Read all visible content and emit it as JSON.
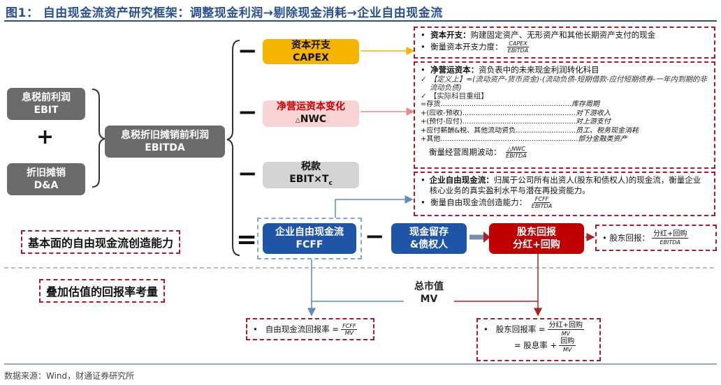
{
  "title": "图1： 自由现金流资产研究框架：调整现金利润→剔除现金消耗→企业自由现金流",
  "left": {
    "ebit_cn": "息税前利润",
    "ebit_en": "EBIT",
    "plus": "+",
    "da_cn": "折旧摊销",
    "da_en": "D&A",
    "ebitda_cn": "息税折旧摊销前利润",
    "ebitda_en": "EBITDA"
  },
  "ops": {
    "minus": "−",
    "equals": "="
  },
  "capex": {
    "cn": "资本开支",
    "en": "CAPEX"
  },
  "nwc": {
    "cn": "净营运资本变化",
    "en": "NWC",
    "delta": "△"
  },
  "tax": {
    "cn": "税款",
    "en": "EBIT×T",
    "sub": "c"
  },
  "fcff": {
    "cn": "企业自由现金流",
    "en": "FCFF"
  },
  "retain": {
    "l1": "现金留存",
    "l2": "&债权人"
  },
  "holder": {
    "l1": "股东回报",
    "l2": "分红+回购"
  },
  "label_fund": "基本面的自由现金流创造能力",
  "label_val": "叠加估值的回报率考量",
  "mv": {
    "cn": "总市值",
    "en": "MV"
  },
  "note_capex": {
    "bullet1_bold": "资本开支：",
    "bullet1": "购建固定资产、无形资产和其他长期资产支付的现金",
    "bullet2": "衡量资本开支力度：",
    "frac_num": "CAPEX",
    "frac_den": "EBITDA"
  },
  "note_nwc": {
    "head_bold": "净营运资本：",
    "head": "资负表中的未来现金利润转化科目",
    "def": "【定义上】=(流动资产-货币资金)-(流动负债-短期借款-应付短期债券-一年内到期的非流动负债)",
    "re": "【实际科目重组】",
    "rows": [
      [
        "=存货...........................................................",
        "库存周期"
      ],
      [
        "+(应收-预收)...................................................",
        "对下游收入"
      ],
      [
        "+(预付-应付)...................................................",
        "对上游支付"
      ],
      [
        "+应付薪酬&税、其他流动资负...........................",
        "员工、税务现金消耗"
      ],
      [
        "+其他..............................................................",
        "部分金融类资产"
      ]
    ],
    "measure": "衡量经营周期波动：",
    "frac_num": "△NWC",
    "frac_den": "EBITDA"
  },
  "note_fcff": {
    "head_bold": "企业自由现金流：",
    "head": "归属于公司所有出资人(股东和债权人)的现金流，衡量企业核心业务的真实盈利水平与潜在再投资能力。",
    "measure": "衡量自由现金流创造能力：",
    "frac_num": "FCFF",
    "frac_den": "EBITDA"
  },
  "note_holder": {
    "label": "股东回报：",
    "frac_num": "分红+回购",
    "frac_den": "EBITDA"
  },
  "note_fcff_yield": {
    "label": "自由现金流回报率 =",
    "frac_num": "FCFF",
    "frac_den": "MV"
  },
  "note_holder_yield": {
    "label1": "股东回报率 =",
    "frac1_num": "分红+回购",
    "frac1_den": "MV",
    "label2": "= 股息率 +",
    "frac2_num": "回购",
    "frac2_den": "MV"
  },
  "bullet": "•",
  "check": "✓",
  "source": "数据来源：Wind，财通证券研究所",
  "colors": {
    "title": "#2a4f8f",
    "gray": "#6b6b6b",
    "yellow": "#f5b400",
    "pink": "#f7d3d3",
    "blue": "#1f55a6",
    "red": "#c00000",
    "dash": "#b0182a"
  }
}
